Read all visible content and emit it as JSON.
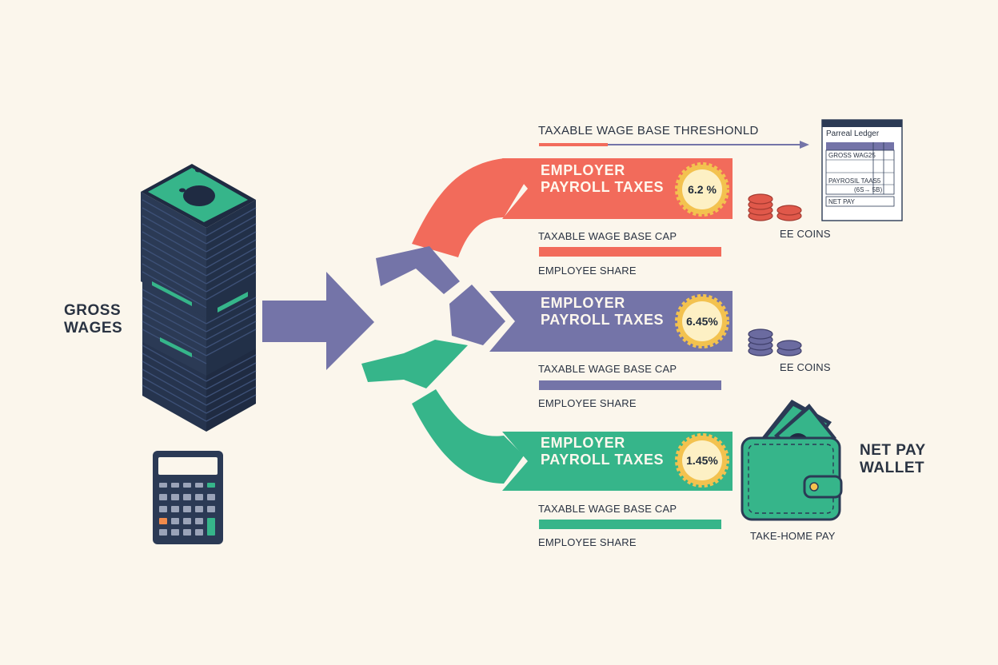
{
  "left": {
    "gross_wages": [
      "GROSS",
      "WAGES"
    ]
  },
  "header": {
    "threshold_label": "TAXABLE WAGE BASE THRESHONLD"
  },
  "bands": [
    {
      "title_line1": "EMPLOYER",
      "title_line2": "PAYROLL TAXES",
      "rate": "6.2 %",
      "cap_label": "TAXABLE WAGE BASE CAP",
      "share_label": "EMPLOYEE SHARE",
      "color": "#f26b5b",
      "side_label": "EE COINS"
    },
    {
      "title_line1": "EMPLOYER",
      "title_line2": "PAYROLL TAXES",
      "rate": "6.45%",
      "cap_label": "TAXABLE WAGE BASE CAP",
      "share_label": "EMPLOYEE SHARE",
      "color": "#7474a8",
      "side_label": "EE COINS"
    },
    {
      "title_line1": "EMPLOYER",
      "title_line2": "PAYROLL TAXES",
      "rate": "1.45%",
      "cap_label": "TAXABLE WAGE BASE CAP",
      "share_label": "EMPLOYEE SHARE",
      "color": "#36b58a",
      "side_label": "TAKE-HOME PAY"
    }
  ],
  "ledger": {
    "title": "Parreal Ledger",
    "row1": "GROSS WAG25",
    "row2": "PAYROSIL TAAS5",
    "row3": "(6S→ 5B)",
    "row4": "NET PAY"
  },
  "wallet": {
    "label_line1": "NET PAY",
    "label_line2": "WALLET"
  },
  "colors": {
    "background": "#fbf6ec",
    "navy": "#2b3a55",
    "coral": "#f26b5b",
    "purple": "#7474a8",
    "green": "#36b58a",
    "gold": "#f3c24f"
  },
  "icons": [
    "money-stack-icon",
    "calculator-icon",
    "coin-stack-icon",
    "wallet-icon",
    "ledger-icon"
  ]
}
